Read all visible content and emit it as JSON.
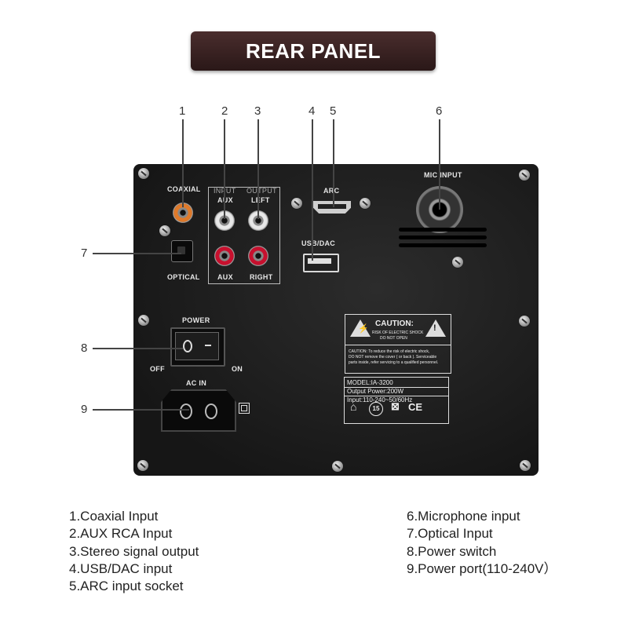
{
  "title": "REAR PANEL",
  "callouts": [
    "1",
    "2",
    "3",
    "4",
    "5",
    "6",
    "7",
    "8",
    "9"
  ],
  "panel": {
    "coaxial": "COAXIAL",
    "input": "INPUT",
    "output": "OUTPUT",
    "aux_top": "AUX",
    "left": "LEFT",
    "aux_bottom": "AUX",
    "right": "RIGHT",
    "optical": "OPTICAL",
    "arc": "ARC",
    "usb_dac": "USB/DAC",
    "mic_input": "MIC INPUT",
    "power": "POWER",
    "off": "OFF",
    "on": "ON",
    "ac_in": "AC IN",
    "caution_title": "CAUTION:",
    "caution_line1": "RISK OF ELECTRIC SHOCK",
    "caution_line2": "DO NOT OPEN",
    "caution_note1": "CAUTION: To reduce the risk of electric shock,",
    "caution_note2": "DO NOT remove the cover ( or back ). Serviceable",
    "caution_note3": "parts inside, refer servicing to a qualified personnel.",
    "model": "MODEL:IA-3200",
    "output_power": "Output Power:200W",
    "input_spec": "Input:110-240~50/60Hz",
    "cert_15": "15",
    "cert_ce": "CE"
  },
  "legend_left": [
    "1.Coaxial Input",
    "2.AUX RCA Input",
    "3.Stereo signal output",
    "4.USB/DAC input",
    "5.ARC input socket"
  ],
  "legend_right": [
    "6.Microphone input",
    "7.Optical Input",
    "8.Power switch",
    "9.Power port(110-240V）"
  ],
  "colors": {
    "banner": "#3a2222",
    "rca_white": "#e8e8e8",
    "rca_red": "#c8102e",
    "rca_orange": "#e07a2a"
  }
}
